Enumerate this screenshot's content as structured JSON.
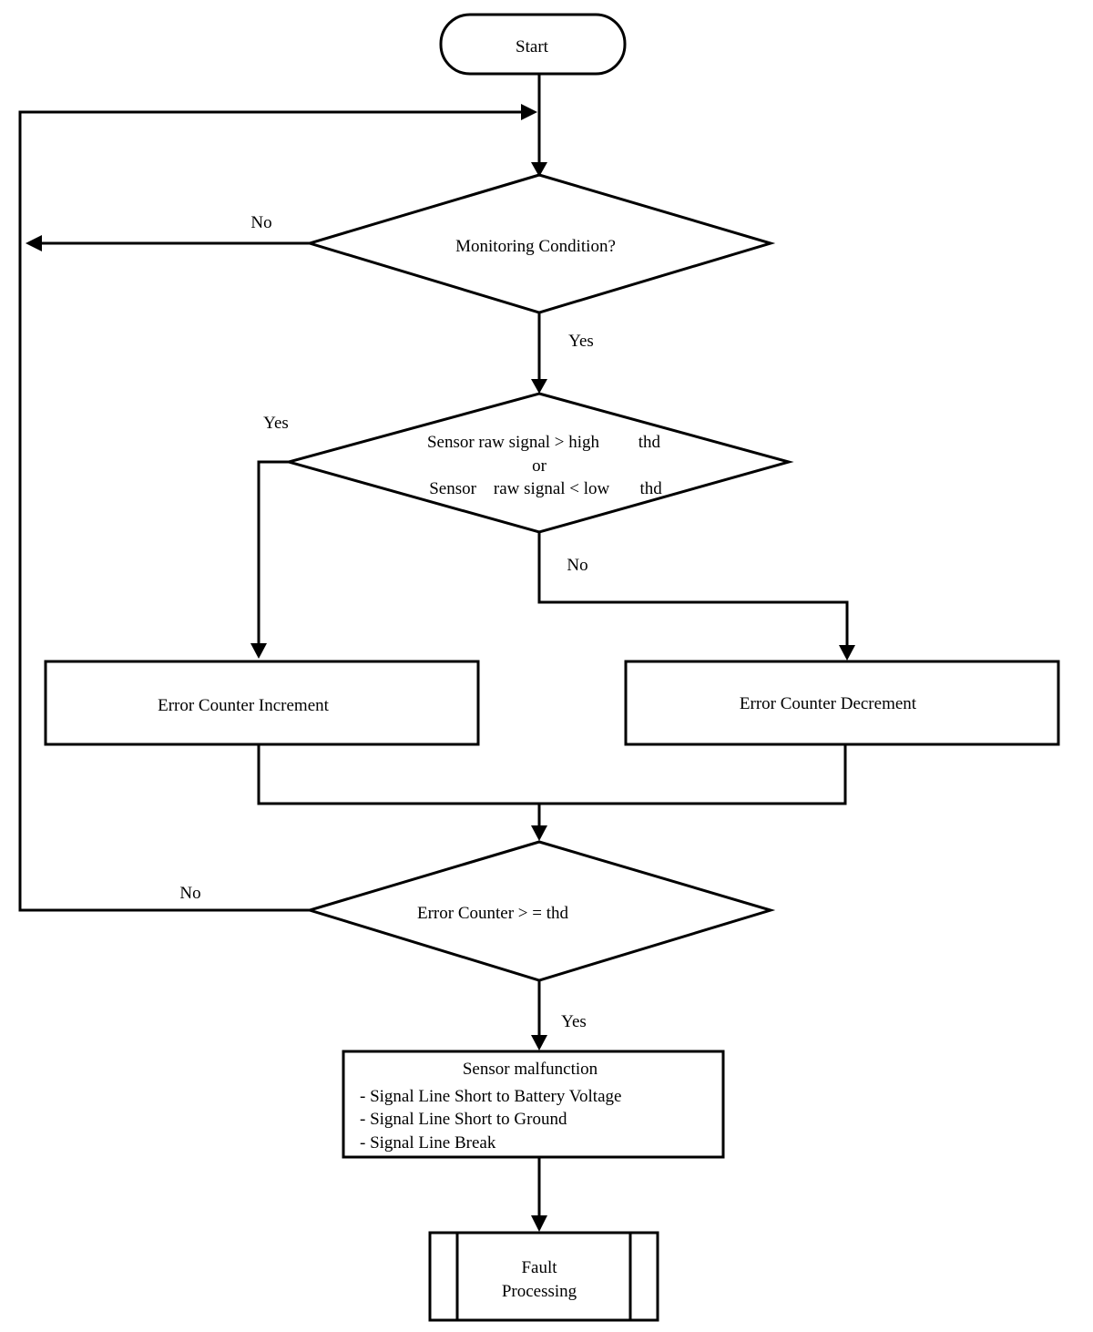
{
  "nodes": {
    "start": "Start",
    "monitoring": "Monitoring Condition?",
    "signal_check": {
      "line1": "Sensor raw signal > high         thd",
      "line2": "or",
      "line3": "Sensor    raw signal < low       thd"
    },
    "increment": "Error Counter Increment",
    "decrement": "Error Counter Decrement",
    "counter_check": "Error Counter > = thd",
    "malfunction": {
      "title": "Sensor malfunction",
      "items": [
        "- Signal Line Short to Battery Voltage",
        "- Signal Line Short to Ground",
        "- Signal Line Break"
      ]
    },
    "fault": {
      "line1": "Fault",
      "line2": "Processing"
    }
  },
  "edge_labels": {
    "monitoring_no": "No",
    "monitoring_yes": "Yes",
    "signal_yes": "Yes",
    "signal_no": "No",
    "counter_no": "No",
    "counter_yes": "Yes"
  }
}
